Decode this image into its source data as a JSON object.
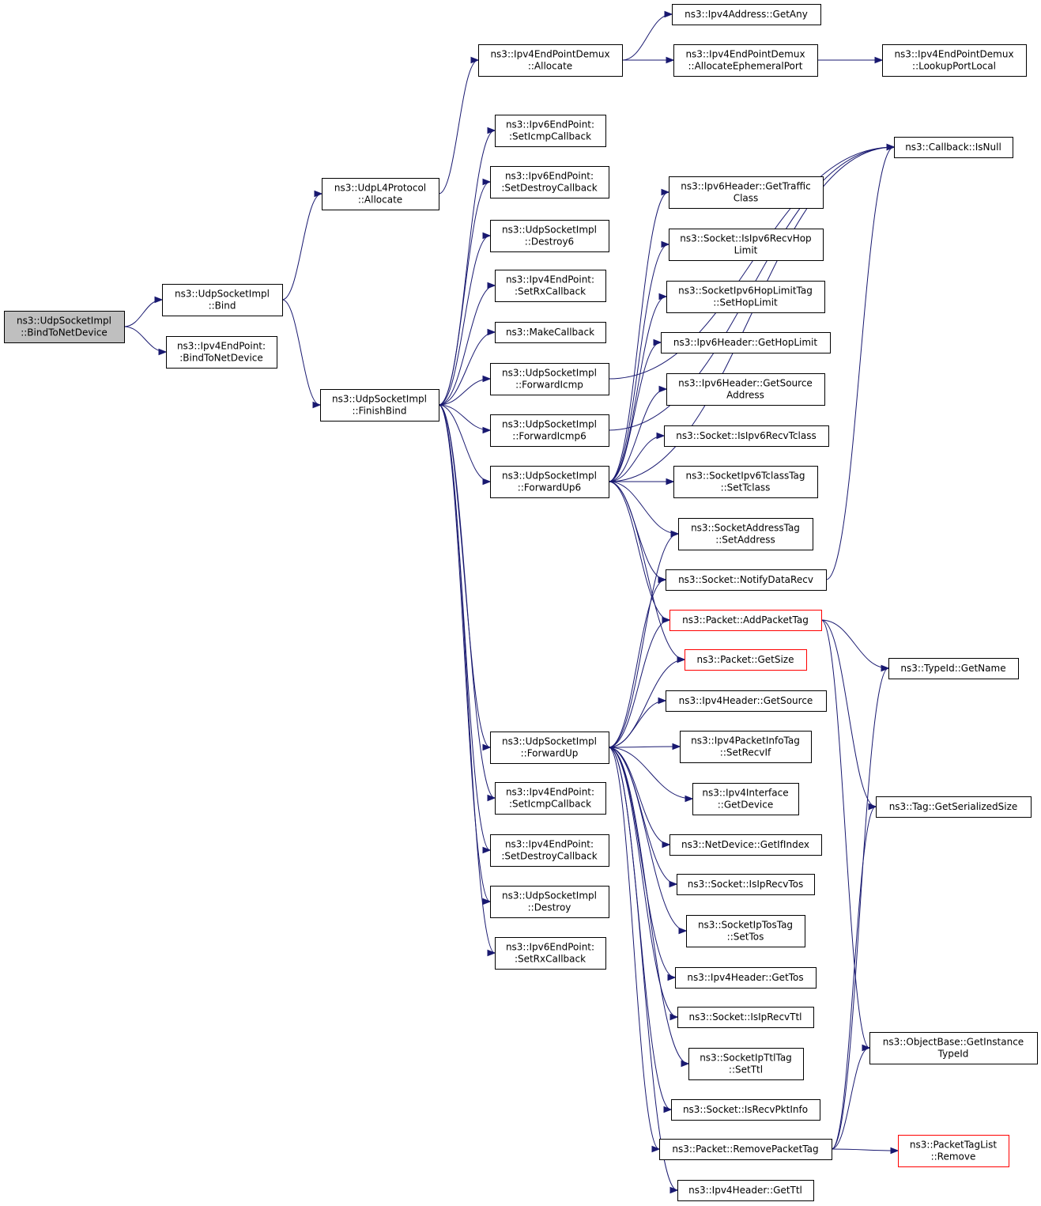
{
  "nodes": {
    "bindToNetDevice": [
      "ns3::UdpSocketImpl",
      "::BindToNetDevice"
    ],
    "bind": [
      "ns3::UdpSocketImpl",
      "::Bind"
    ],
    "ipv4EpBindToNetDevice": [
      "ns3::Ipv4EndPoint:",
      ":BindToNetDevice"
    ],
    "udpL4Allocate": [
      "ns3::UdpL4Protocol",
      "::Allocate"
    ],
    "finishBind": [
      "ns3::UdpSocketImpl",
      "::FinishBind"
    ],
    "demuxAllocate": [
      "ns3::Ipv4EndPointDemux",
      "::Allocate"
    ],
    "ipv4GetAny": [
      "ns3::Ipv4Address::GetAny"
    ],
    "allocEphemeral": [
      "ns3::Ipv4EndPointDemux",
      "::AllocateEphemeralPort"
    ],
    "lookupPortLocal": [
      "ns3::Ipv4EndPointDemux",
      "::LookupPortLocal"
    ],
    "ipv6SetIcmp": [
      "ns3::Ipv6EndPoint:",
      ":SetIcmpCallback"
    ],
    "ipv6SetDestroy": [
      "ns3::Ipv6EndPoint:",
      ":SetDestroyCallback"
    ],
    "destroy6": [
      "ns3::UdpSocketImpl",
      "::Destroy6"
    ],
    "ipv4SetRx": [
      "ns3::Ipv4EndPoint:",
      ":SetRxCallback"
    ],
    "makeCallback": [
      "ns3::MakeCallback"
    ],
    "forwardIcmp": [
      "ns3::UdpSocketImpl",
      "::ForwardIcmp"
    ],
    "forwardIcmp6": [
      "ns3::UdpSocketImpl",
      "::ForwardIcmp6"
    ],
    "forwardUp6": [
      "ns3::UdpSocketImpl",
      "::ForwardUp6"
    ],
    "forwardUp": [
      "ns3::UdpSocketImpl",
      "::ForwardUp"
    ],
    "ipv4SetIcmp": [
      "ns3::Ipv4EndPoint:",
      ":SetIcmpCallback"
    ],
    "ipv4SetDestroy": [
      "ns3::Ipv4EndPoint:",
      ":SetDestroyCallback"
    ],
    "destroy": [
      "ns3::UdpSocketImpl",
      "::Destroy"
    ],
    "ipv6SetRx": [
      "ns3::Ipv6EndPoint:",
      ":SetRxCallback"
    ],
    "callbackIsNull": [
      "ns3::Callback::IsNull"
    ],
    "ipv6GetTraffic": [
      "ns3::Ipv6Header::GetTraffic",
      "Class"
    ],
    "isIpv6RecvHop": [
      "ns3::Socket::IsIpv6RecvHop",
      "Limit"
    ],
    "setHopLimit": [
      "ns3::SocketIpv6HopLimitTag",
      "::SetHopLimit"
    ],
    "ipv6GetHopLimit": [
      "ns3::Ipv6Header::GetHopLimit"
    ],
    "ipv6GetSource": [
      "ns3::Ipv6Header::GetSource",
      "Address"
    ],
    "isIpv6RecvTclass": [
      "ns3::Socket::IsIpv6RecvTclass"
    ],
    "setTclass": [
      "ns3::SocketIpv6TclassTag",
      "::SetTclass"
    ],
    "setAddress": [
      "ns3::SocketAddressTag",
      "::SetAddress"
    ],
    "notifyDataRecv": [
      "ns3::Socket::NotifyDataRecv"
    ],
    "addPacketTag": [
      "ns3::Packet::AddPacketTag"
    ],
    "packetGetSize": [
      "ns3::Packet::GetSize"
    ],
    "ipv4GetSource": [
      "ns3::Ipv4Header::GetSource"
    ],
    "setRecvIf": [
      "ns3::Ipv4PacketInfoTag",
      "::SetRecvIf"
    ],
    "ifaceGetDevice": [
      "ns3::Ipv4Interface",
      "::GetDevice"
    ],
    "getIfIndex": [
      "ns3::NetDevice::GetIfIndex"
    ],
    "isIpRecvTos": [
      "ns3::Socket::IsIpRecvTos"
    ],
    "setTos": [
      "ns3::SocketIpTosTag",
      "::SetTos"
    ],
    "ipv4GetTos": [
      "ns3::Ipv4Header::GetTos"
    ],
    "isIpRecvTtl": [
      "ns3::Socket::IsIpRecvTtl"
    ],
    "setTtl": [
      "ns3::SocketIpTtlTag",
      "::SetTtl"
    ],
    "isRecvPktInfo": [
      "ns3::Socket::IsRecvPktInfo"
    ],
    "removePacketTag": [
      "ns3::Packet::RemovePacketTag"
    ],
    "ipv4GetTtl": [
      "ns3::Ipv4Header::GetTtl"
    ],
    "typeIdGetName": [
      "ns3::TypeId::GetName"
    ],
    "tagGetSerializedSize": [
      "ns3::Tag::GetSerializedSize"
    ],
    "getInstanceTypeId": [
      "ns3::ObjectBase::GetInstance",
      "TypeId"
    ],
    "packetTagListRemove": [
      "ns3::PacketTagList",
      "::Remove"
    ]
  },
  "root_node": "bindToNetDevice",
  "truncated_nodes": [
    "addPacketTag",
    "packetGetSize",
    "packetTagListRemove"
  ],
  "colors": {
    "edge": "#191970",
    "root_fill": "#bfbfbf",
    "truncated_border": "#ff0000",
    "border": "#000000"
  },
  "edges": [
    [
      "bindToNetDevice",
      "bind"
    ],
    [
      "bindToNetDevice",
      "ipv4EpBindToNetDevice"
    ],
    [
      "bind",
      "udpL4Allocate"
    ],
    [
      "bind",
      "finishBind"
    ],
    [
      "udpL4Allocate",
      "demuxAllocate"
    ],
    [
      "demuxAllocate",
      "ipv4GetAny"
    ],
    [
      "demuxAllocate",
      "allocEphemeral"
    ],
    [
      "allocEphemeral",
      "lookupPortLocal"
    ],
    [
      "finishBind",
      "ipv6SetIcmp"
    ],
    [
      "finishBind",
      "ipv6SetDestroy"
    ],
    [
      "finishBind",
      "destroy6"
    ],
    [
      "finishBind",
      "ipv4SetRx"
    ],
    [
      "finishBind",
      "makeCallback"
    ],
    [
      "finishBind",
      "forwardIcmp"
    ],
    [
      "finishBind",
      "forwardIcmp6"
    ],
    [
      "finishBind",
      "forwardUp6"
    ],
    [
      "finishBind",
      "forwardUp"
    ],
    [
      "finishBind",
      "ipv4SetIcmp"
    ],
    [
      "finishBind",
      "ipv4SetDestroy"
    ],
    [
      "finishBind",
      "destroy"
    ],
    [
      "finishBind",
      "ipv6SetRx"
    ],
    [
      "forwardIcmp",
      "callbackIsNull"
    ],
    [
      "forwardIcmp6",
      "callbackIsNull"
    ],
    [
      "forwardUp6",
      "callbackIsNull"
    ],
    [
      "forwardUp6",
      "ipv6GetTraffic"
    ],
    [
      "forwardUp6",
      "isIpv6RecvHop"
    ],
    [
      "forwardUp6",
      "setHopLimit"
    ],
    [
      "forwardUp6",
      "ipv6GetHopLimit"
    ],
    [
      "forwardUp6",
      "ipv6GetSource"
    ],
    [
      "forwardUp6",
      "isIpv6RecvTclass"
    ],
    [
      "forwardUp6",
      "setTclass"
    ],
    [
      "forwardUp6",
      "setAddress"
    ],
    [
      "forwardUp6",
      "notifyDataRecv"
    ],
    [
      "forwardUp6",
      "addPacketTag"
    ],
    [
      "forwardUp6",
      "packetGetSize"
    ],
    [
      "forwardUp",
      "setAddress"
    ],
    [
      "forwardUp",
      "notifyDataRecv"
    ],
    [
      "forwardUp",
      "addPacketTag"
    ],
    [
      "forwardUp",
      "packetGetSize"
    ],
    [
      "forwardUp",
      "ipv4GetSource"
    ],
    [
      "forwardUp",
      "setRecvIf"
    ],
    [
      "forwardUp",
      "ifaceGetDevice"
    ],
    [
      "forwardUp",
      "getIfIndex"
    ],
    [
      "forwardUp",
      "isIpRecvTos"
    ],
    [
      "forwardUp",
      "setTos"
    ],
    [
      "forwardUp",
      "ipv4GetTos"
    ],
    [
      "forwardUp",
      "isIpRecvTtl"
    ],
    [
      "forwardUp",
      "setTtl"
    ],
    [
      "forwardUp",
      "isRecvPktInfo"
    ],
    [
      "forwardUp",
      "removePacketTag"
    ],
    [
      "forwardUp",
      "ipv4GetTtl"
    ],
    [
      "notifyDataRecv",
      "callbackIsNull"
    ],
    [
      "addPacketTag",
      "typeIdGetName"
    ],
    [
      "addPacketTag",
      "tagGetSerializedSize"
    ],
    [
      "addPacketTag",
      "getInstanceTypeId"
    ],
    [
      "removePacketTag",
      "typeIdGetName"
    ],
    [
      "removePacketTag",
      "tagGetSerializedSize"
    ],
    [
      "removePacketTag",
      "getInstanceTypeId"
    ],
    [
      "removePacketTag",
      "packetTagListRemove"
    ]
  ]
}
